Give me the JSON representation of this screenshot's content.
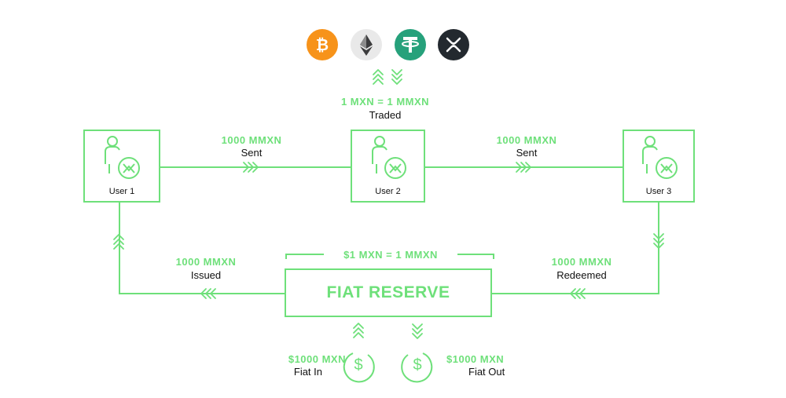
{
  "colors": {
    "accent": "#6ee07a",
    "bitcoin": "#f7931a",
    "ethereum": "#e6e6e6",
    "tether": "#26a17b",
    "xrp": "#23292f"
  },
  "crypto_icons": [
    "bitcoin-icon",
    "ethereum-icon",
    "tether-icon",
    "xrp-icon"
  ],
  "exchange": {
    "rate": "1 MXN = 1 MMXN",
    "label": "Traded"
  },
  "users": [
    {
      "name": "User 1"
    },
    {
      "name": "User 2"
    },
    {
      "name": "User 3"
    }
  ],
  "transfers": [
    {
      "amount": "1000 MMXN",
      "label": "Sent"
    },
    {
      "amount": "1000 MMXN",
      "label": "Sent"
    }
  ],
  "issued": {
    "amount": "1000 MMXN",
    "label": "Issued"
  },
  "redeemed": {
    "amount": "1000 MMXN",
    "label": "Redeemed"
  },
  "reserve": {
    "title": "FIAT RESERVE",
    "peg": "$1 MXN = 1 MMXN"
  },
  "fiat_in": {
    "amount": "$1000 MXN",
    "label": "Fiat In"
  },
  "fiat_out": {
    "amount": "$1000 MXN",
    "label": "Fiat Out"
  }
}
